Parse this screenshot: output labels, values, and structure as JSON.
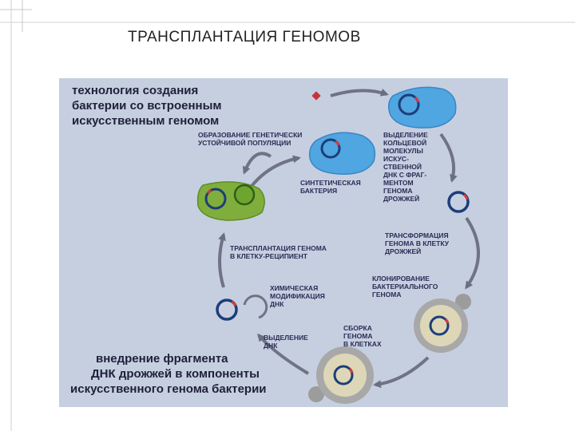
{
  "slide": {
    "title": "ТРАНСПЛАНТАЦИЯ ГЕНОМОВ"
  },
  "diagram": {
    "header_lines": [
      "технология создания",
      "бактерии со встроенным",
      "искусственным геномом"
    ],
    "footer_lines": [
      "внедрение фрагмента",
      "ДНК дрожжей в компоненты",
      "искусственного генома бактерии"
    ],
    "steps": {
      "population": [
        "ОБРАЗОВАНИЕ ГЕНЕТИЧЕСКИ",
        "УСТОЙЧИВОЙ ПОПУЛЯЦИИ"
      ],
      "isolation": [
        "ВЫДЕЛЕНИЕ",
        "КОЛЬЦЕВОЙ",
        "МОЛЕКУЛЫ",
        "ИСКУС-",
        "СТВЕННОЙ",
        "ДНК С ФРАГ-",
        "МЕНТОМ",
        "ГЕНОМА",
        "ДРОЖЖЕЙ"
      ],
      "synthetic": [
        "СИНТЕТИЧЕСКАЯ",
        "БАКТЕРИЯ"
      ],
      "transformation": [
        "ТРАНСФОРМАЦИЯ",
        "ГЕНОМА В КЛЕТКУ",
        "ДРОЖЖЕЙ"
      ],
      "transplant": [
        "ТРАНСПЛАНТАЦИЯ ГЕНОМА",
        "В КЛЕТКУ-РЕЦИПИЕНТ"
      ],
      "cloning": [
        "КЛОНИРОВАНИЕ",
        "БАКТЕРИАЛЬНОГО",
        "ГЕНОМА"
      ],
      "chemical": [
        "ХИМИЧЕСКАЯ",
        "МОДИФИКАЦИЯ",
        "ДНК"
      ],
      "assembly": [
        "СБОРКА",
        "ГЕНОМА",
        "В КЛЕТКАХ"
      ],
      "dna_isolation": [
        "ВЫДЕЛЕНИЕ",
        "ДНК"
      ]
    }
  }
}
